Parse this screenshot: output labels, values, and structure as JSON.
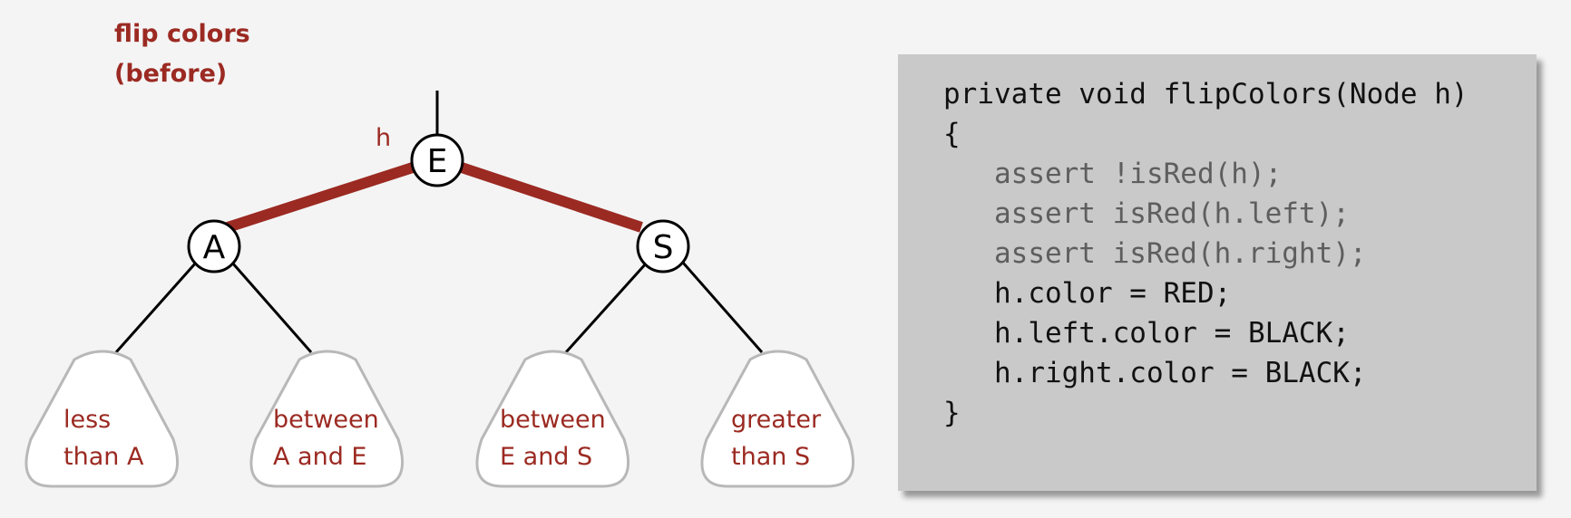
{
  "caption": {
    "line1": "flip colors",
    "line2": "(before)"
  },
  "colors": {
    "accent_red": "#9b2a22",
    "red_link": "#9b2a22",
    "code_background": "#c9c9c9",
    "subtree_outline": "#b8b8b8"
  },
  "tree": {
    "pointer_label": "h",
    "root": "E",
    "left_child": "A",
    "right_child": "S",
    "red_links": [
      "E-A",
      "E-S"
    ],
    "subtrees": [
      {
        "line1": "less",
        "line2": "than A"
      },
      {
        "line1": "between",
        "line2": "A and E"
      },
      {
        "line1": "between",
        "line2": "E and S"
      },
      {
        "line1": "greater",
        "line2": "than S"
      }
    ]
  },
  "code": {
    "lines": [
      "private void flipColors(Node h)",
      "{",
      "   assert !isRed(h);",
      "   assert isRed(h.left);",
      "   assert isRed(h.right);",
      "   h.color = RED;",
      "   h.left.color = BLACK;",
      "   h.right.color = BLACK;",
      "}"
    ],
    "muted_lines": [
      2,
      3,
      4
    ]
  }
}
